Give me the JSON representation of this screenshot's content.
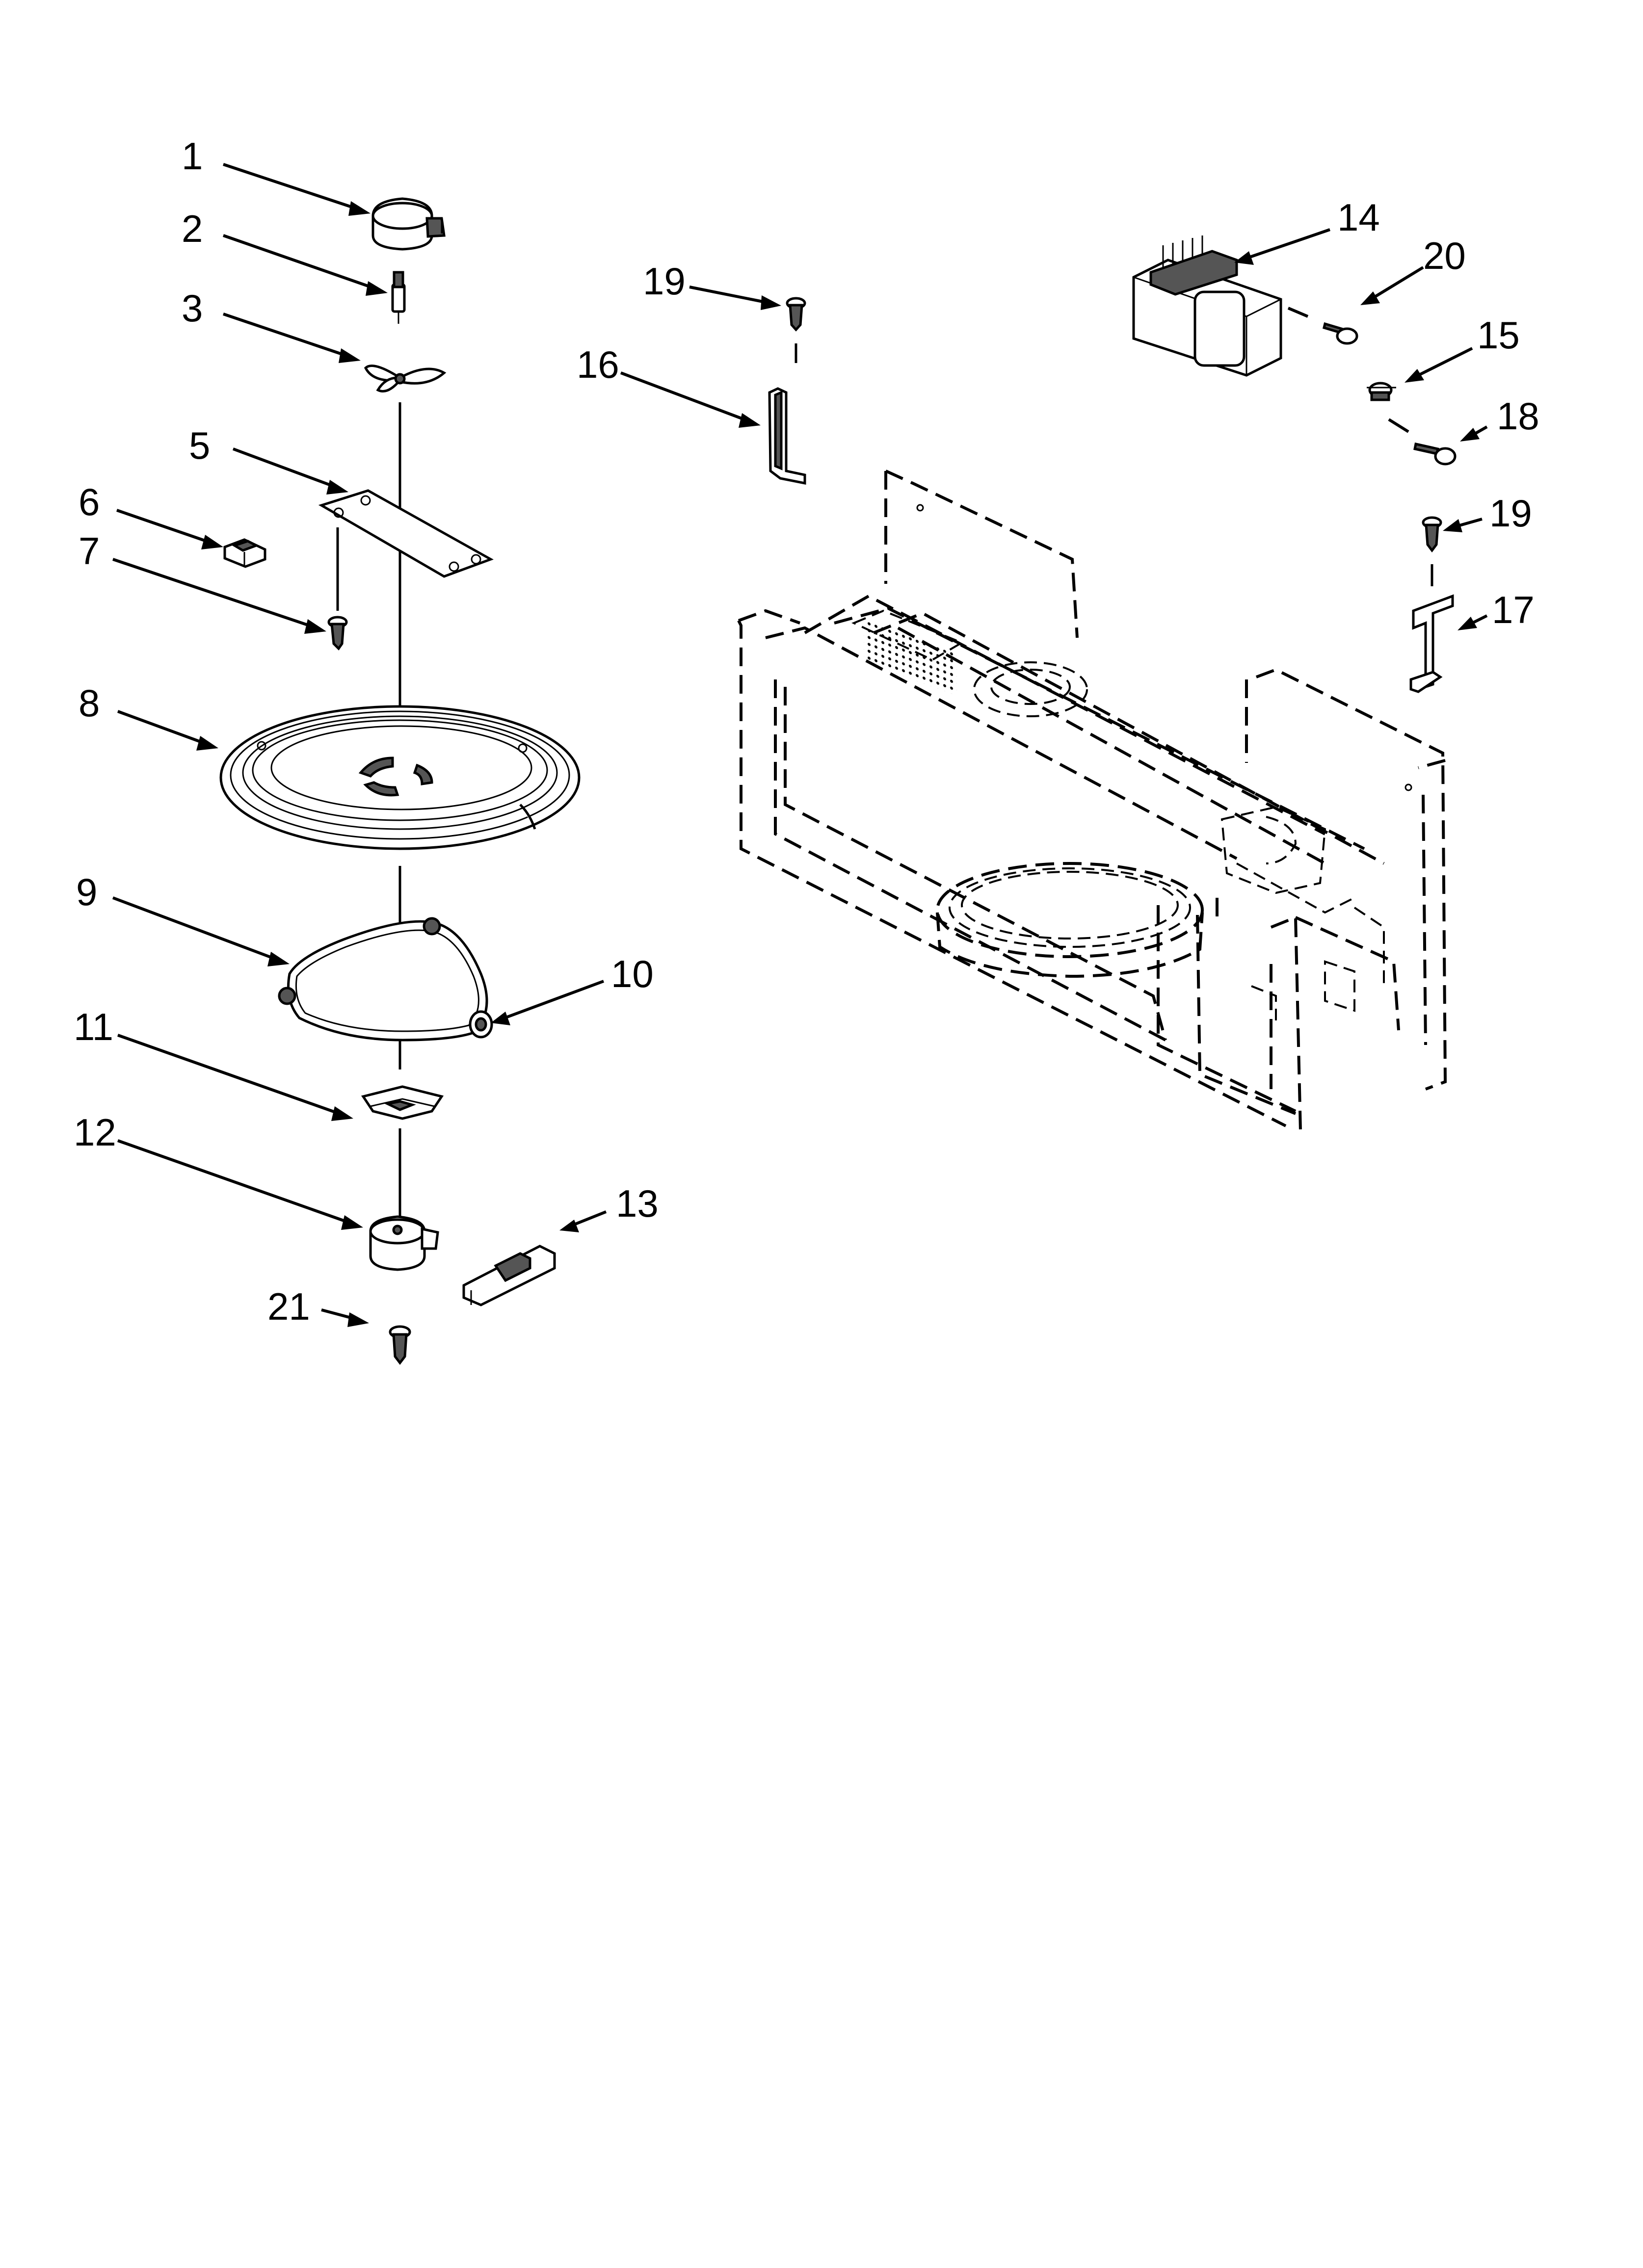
{
  "callouts": {
    "c1": "1",
    "c2": "2",
    "c3": "3",
    "c5": "5",
    "c6": "6",
    "c7": "7",
    "c8": "8",
    "c9": "9",
    "c10": "10",
    "c11": "11",
    "c12": "12",
    "c13": "13",
    "c14": "14",
    "c15": "15",
    "c16": "16",
    "c17": "17",
    "c18": "18",
    "c19a": "19",
    "c19b": "19",
    "c20": "20",
    "c21": "21"
  },
  "icons": {
    "stirrer_motor": "stirrer-motor-icon",
    "coupler": "coupler-icon",
    "stirrer_blade": "stirrer-blade-icon",
    "cover_plate": "cover-plate-icon",
    "clip": "clip-icon",
    "screw": "screw-icon",
    "turntable_tray": "turntable-tray-icon",
    "roller_ring": "roller-ring-icon",
    "roller": "roller-icon",
    "turntable_coupler": "turntable-coupler-icon",
    "turntable_motor": "turntable-motor-icon",
    "connector": "connector-icon",
    "transformer": "transformer-icon",
    "thermal_cutout": "thermal-cutout-icon",
    "bracket": "bracket-icon",
    "cabinet_outline": "cabinet-outline-icon"
  }
}
